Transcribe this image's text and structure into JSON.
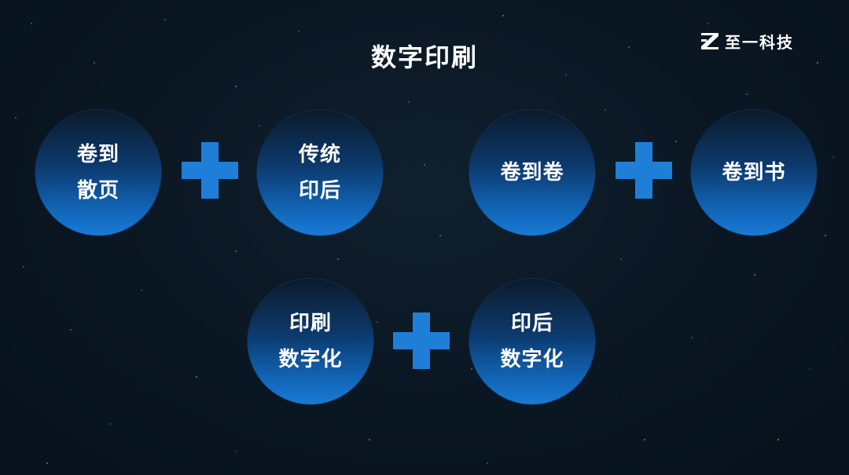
{
  "title": "数字印刷",
  "logo": {
    "text": "至一科技"
  },
  "colors": {
    "accent": "#1f7fd8",
    "background": "#0a1420"
  },
  "circles": {
    "c1": {
      "line1": "卷到",
      "line2": "散页"
    },
    "c2": {
      "line1": "传统",
      "line2": "印后"
    },
    "c3": {
      "line1": "卷到卷",
      "line2": ""
    },
    "c4": {
      "line1": "卷到书",
      "line2": ""
    },
    "c5": {
      "line1": "印刷",
      "line2": "数字化"
    },
    "c6": {
      "line1": "印后",
      "line2": "数字化"
    }
  }
}
